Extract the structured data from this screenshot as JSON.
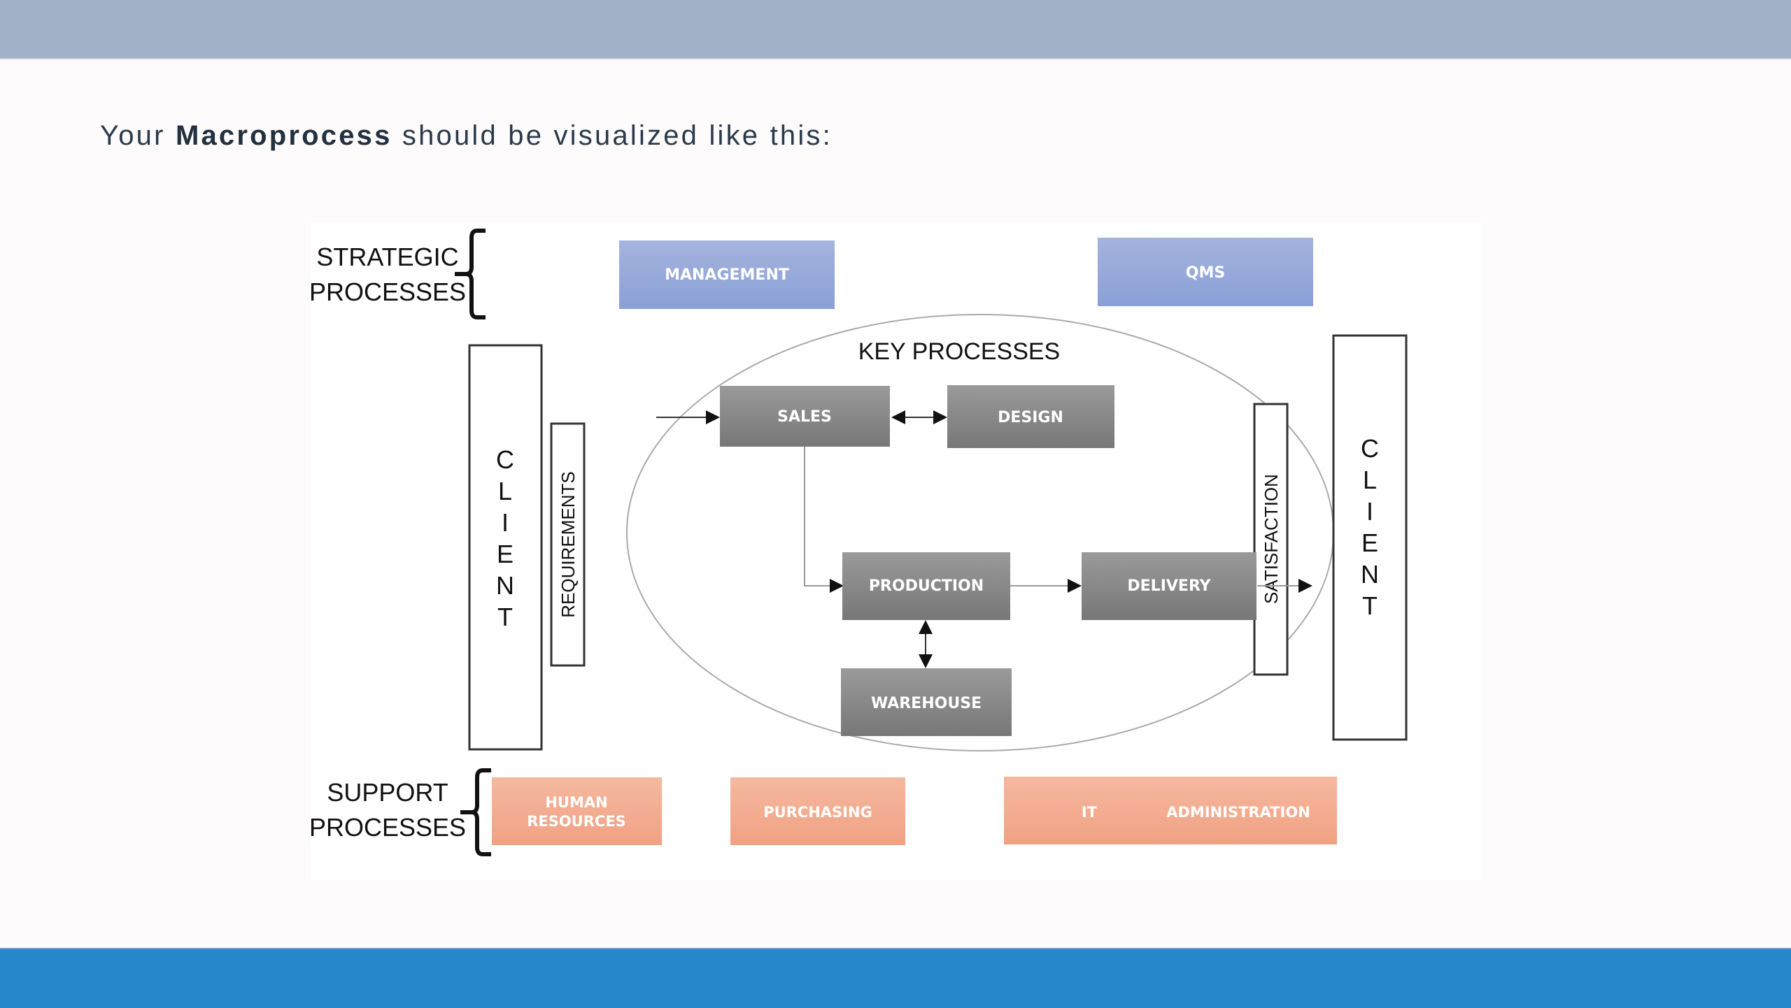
{
  "intro": {
    "prefix": "Your ",
    "emphasis": "Macroprocess",
    "suffix": " should be visualized like this:"
  },
  "colors": {
    "top_bar": "#a2b1c8",
    "bottom_bar": "#2687ca",
    "strategic_box": "#8fa3d8",
    "key_box": "#7f7f7f",
    "support_box": "#f2a687"
  },
  "diagram": {
    "strategic": {
      "label_line1": "STRATEGIC",
      "label_line2": "PROCESSES",
      "boxes": [
        "MANAGEMENT",
        "QMS"
      ]
    },
    "key": {
      "title": "KEY PROCESSES",
      "boxes": {
        "sales": "SALES",
        "design": "DESIGN",
        "production": "PRODUCTION",
        "delivery": "DELIVERY",
        "warehouse": "WAREHOUSE"
      }
    },
    "left_client": {
      "letters": [
        "C",
        "L",
        "I",
        "E",
        "N",
        "T"
      ],
      "side_label": "REQUIREMENTS"
    },
    "right_client": {
      "letters": [
        "C",
        "L",
        "I",
        "E",
        "N",
        "T"
      ],
      "side_label": "SATISFACTION"
    },
    "support": {
      "label_line1": "SUPPORT",
      "label_line2": "PROCESSES",
      "boxes": [
        {
          "line1": "HUMAN",
          "line2": "RESOURCES"
        },
        {
          "line1": "PURCHASING",
          "line2": ""
        },
        {
          "line1": "IT",
          "line2": ""
        },
        {
          "line1": "ADMINISTRATION",
          "line2": ""
        }
      ]
    }
  }
}
